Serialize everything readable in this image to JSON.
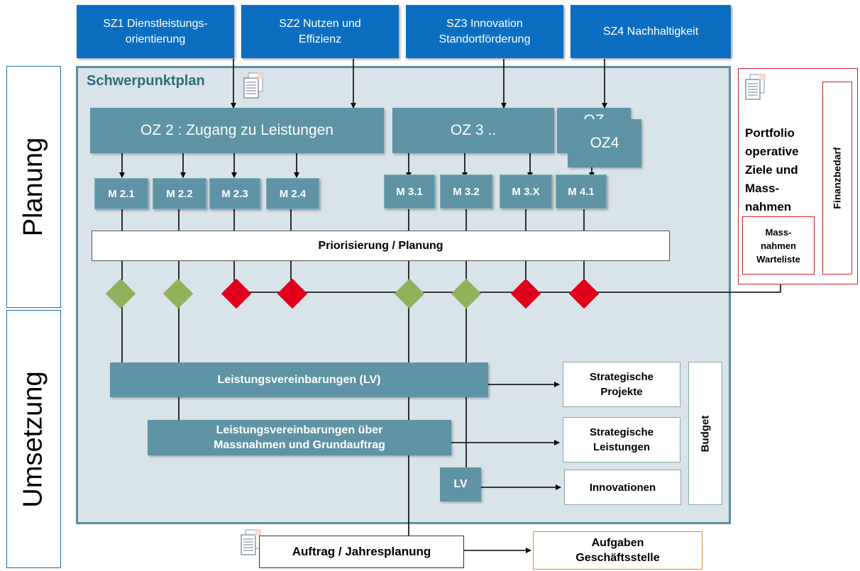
{
  "colors": {
    "strategic_blue": "#0c6ec1",
    "panel_bg": "#d8e4ea",
    "teal_box": "#5f93a6",
    "diamond_green": "#8fb25a",
    "diamond_red": "#e0001b",
    "portfolio_red": "#d0262d",
    "orange_border": "#e88a2e"
  },
  "strategic_goals": [
    "SZ1 Dienstleistungs-\norientierung",
    "SZ2 Nutzen und\nEffizienz",
    "SZ3 Innovation\nStandortförderung",
    "SZ4 Nachhaltigkeit"
  ],
  "phases": {
    "planning": "Planung",
    "implementation": "Umsetzung"
  },
  "plan": {
    "title": "Schwerpunktplan",
    "doc_icon": "document-icon"
  },
  "operative_goals": {
    "oz2": "OZ 2 : Zugang zu Leistungen",
    "oz3": "OZ 3 ..",
    "oz_back": "OZ",
    "oz4": "OZ4"
  },
  "measures": [
    "M 2.1",
    "M 2.2",
    "M 2.3",
    "M 2.4",
    "M 3.1",
    "M 3.2",
    "M 3.X",
    "M 4.1"
  ],
  "decisions": [
    "approved",
    "approved",
    "rejected",
    "rejected",
    "approved",
    "approved",
    "rejected",
    "rejected"
  ],
  "prioritization": "Priorisierung / Planung",
  "agreements": {
    "lv": "Leistungsvereinbarungen (LV)",
    "lv_measures": "Leistungsvereinbarungen über\nMassnahmen und Grundauftrag",
    "lv_short": "LV"
  },
  "outputs": {
    "projects": "Strategische\nProjekte",
    "services": "Strategische\nLeistungen",
    "innovations": "Innovationen",
    "budget": "Budget"
  },
  "portfolio": {
    "title": "Portfolio\noperative\nZiele und\nMass-\nnahmen",
    "waitlist": "Mass-\nnahmen\nWarteliste",
    "finance": "Finanzbedarf"
  },
  "bottom": {
    "order": "Auftrag / Jahresplanung",
    "tasks": "Aufgaben\nGeschäftsstelle"
  }
}
